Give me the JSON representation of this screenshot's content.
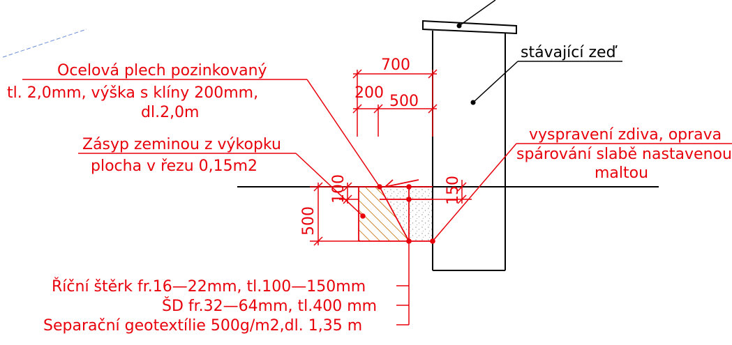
{
  "colors": {
    "annotation": "#e8000b",
    "structure": "#000000",
    "hatch": "#c46a00",
    "gravel": "#9a9a9a",
    "faint_line": "#6a8fd8"
  },
  "labels": {
    "steel_sheet": {
      "line1": "Ocelová plech pozinkovaný",
      "line2": "tl. 2,0mm, výška s klíny 200mm,",
      "line3": "dl.2,0m"
    },
    "backfill": {
      "line1": "Zásyp zeminou z výkopku",
      "line2": "plocha v řezu 0,15m2"
    },
    "existing_wall": "stávající zeď",
    "masonry_repair": {
      "line1": "vyspravení zdiva, oprava",
      "line2": "spárování slabě nastavenou",
      "line3": "maltou"
    },
    "gravel": "Říční štěrk fr.16—22mm, tl.100—150mm",
    "crushed_stone": "ŠD fr.32—64mm, tl.400 mm",
    "geotextile": "Separační geotextílie 500g/m2,dl. 1,35 m"
  },
  "dimensions": {
    "d700": "700",
    "d200": "200",
    "d500_top": "500",
    "d100": "100",
    "d150": "150",
    "d500_left": "500"
  }
}
